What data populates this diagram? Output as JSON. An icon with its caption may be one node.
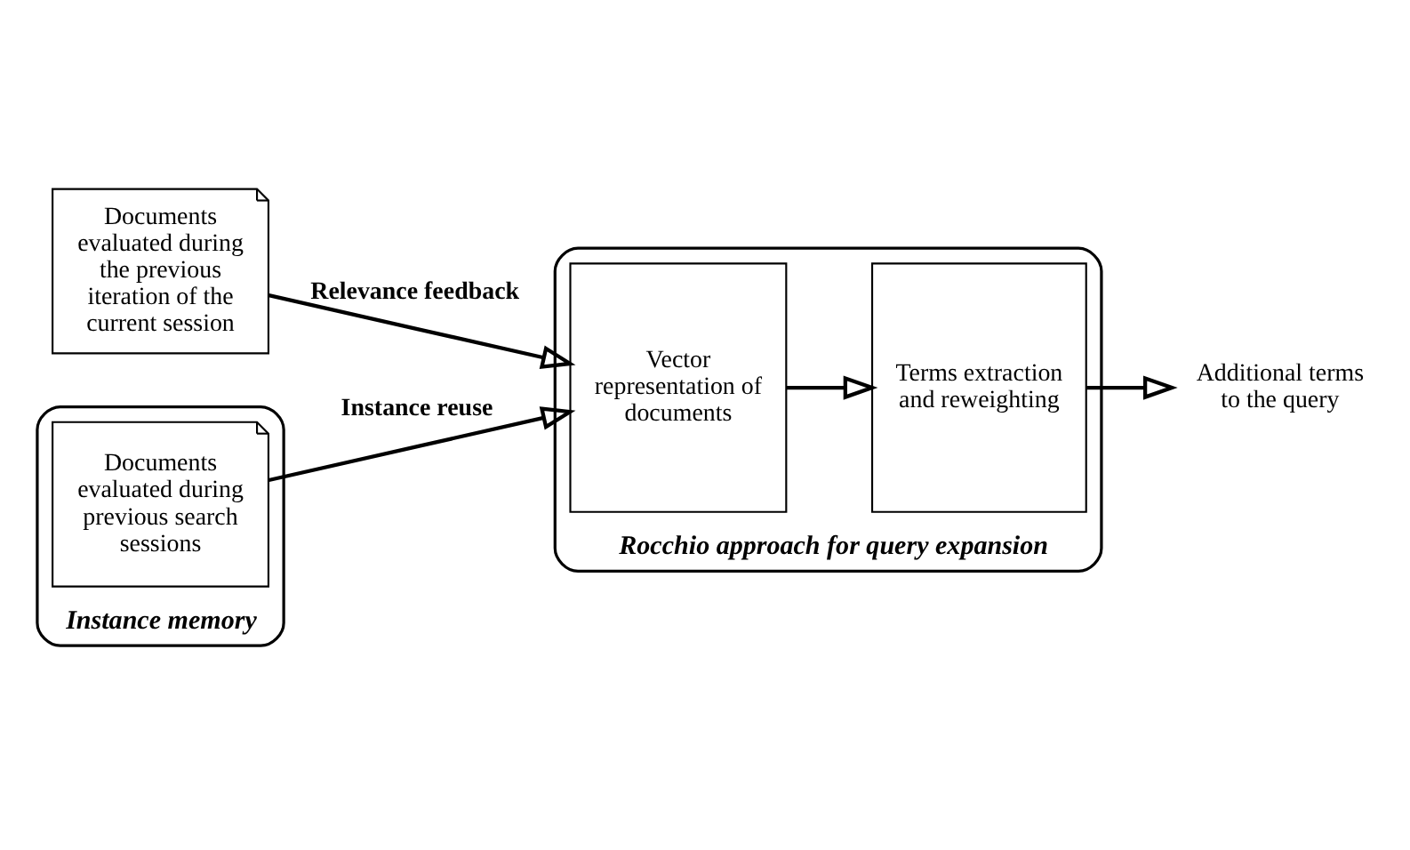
{
  "diagram": {
    "nodes": [
      {
        "text": [
          "Documents evaluated during the previous iteration of the current session"
        ]
      },
      {
        "text": [
          "Instance memory"
        ]
      },
      {
        "text": [
          "Documents evaluated during previous search sessions"
        ],
        "in": 1
      },
      {
        "text": [
          "Rocchio approach for query expansion"
        ]
      },
      {
        "text": [
          "Vector representation of documents"
        ],
        "in": 3
      },
      {
        "text": [
          "Terms extraction and reweighting"
        ],
        "in": 3
      },
      {
        "text": [
          "Additional terms to the query"
        ]
      }
    ],
    "edges": [
      {
        "from": 0,
        "to": 4,
        "arrow": "to",
        "label": "Relevance feedback"
      },
      {
        "from": 2,
        "to": 4,
        "arrow": "to",
        "label": "Instance reuse"
      },
      {
        "from": 4,
        "to": 5,
        "arrow": "to"
      },
      {
        "from": 5,
        "to": 6,
        "arrow": "to"
      }
    ]
  }
}
